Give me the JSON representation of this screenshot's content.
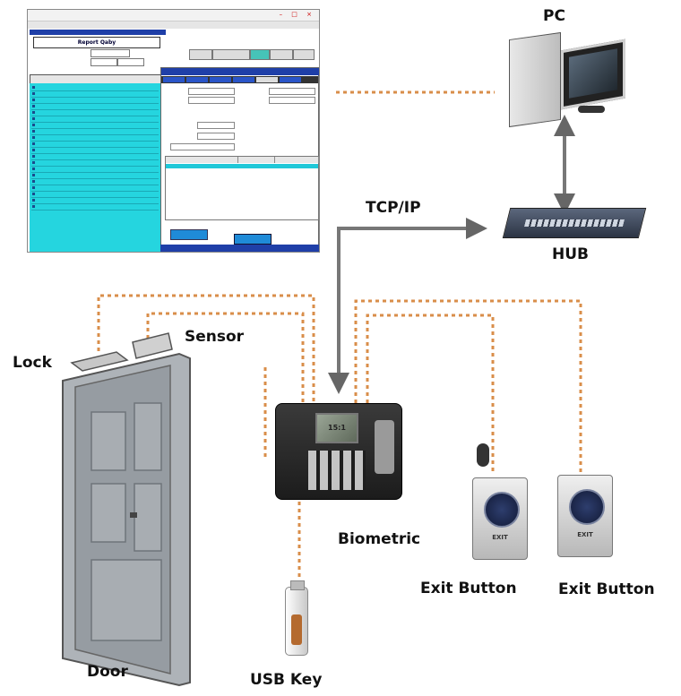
{
  "labels": {
    "pc": "PC",
    "hub": "HUB",
    "tcpip": "TCP/IP",
    "sensor": "Sensor",
    "lock": "Lock",
    "biometric": "Biometric",
    "exit_button_1": "Exit Button",
    "exit_button_2": "Exit Button",
    "door": "Door",
    "usb_key": "USB Key"
  },
  "screenshot": {
    "report_button": "Report Qaby",
    "device_lcd": "15:1",
    "exit_plate_1": "EXIT",
    "exit_plate_2": "EXIT"
  },
  "colors": {
    "wire_dashed": "#d98e4a",
    "wire_network": "#777777",
    "door": "#9aa0a6",
    "label": "#111111"
  },
  "icons": {
    "pc": "desktop-computer-icon",
    "hub": "network-switch-icon",
    "biometric": "fingerprint-terminal-icon",
    "exit": "exit-push-button-icon",
    "usb": "usb-drive-icon",
    "door": "door-icon",
    "lock": "magnetic-lock-icon",
    "sensor": "door-sensor-icon"
  }
}
